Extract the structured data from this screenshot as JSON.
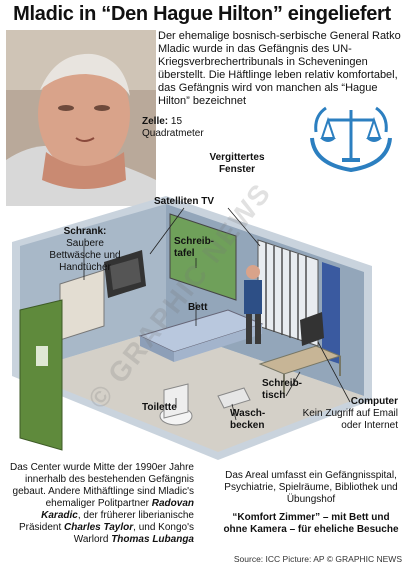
{
  "title": "Mladic in “Den Hague Hilton” eingeliefert",
  "intro": "Der ehemalige bosnisch-serbische General Ratko Mladic wurde in das Gefängnis des UN-Kriegsverbrechertribunals in Scheveningen überstellt. Die Häftlinge leben relativ komfortabel, das Gefängnis wird von manchen als “Hague Hilton” bezeichnet",
  "zelle": {
    "label": "Zelle:",
    "text": "15 Quadratmeter"
  },
  "labels": {
    "vergittertes_fenster": "Vergittertes Fenster",
    "satelliten_tv": "Satelliten TV",
    "schrank": "Schrank:",
    "schrank_text": "Saubere Bettwäsche und Handtücher",
    "schreibtafel": "Schreib-tafel",
    "bett": "Bett",
    "schreibtisch": "Schreib-tisch",
    "toilette": "Toilette",
    "waschbecken": "Wasch-becken",
    "computer": "Computer",
    "computer_text": "Kein Zugriff auf Email oder Internet"
  },
  "footer_left": {
    "text1": "Das Center wurde Mitte der 1990er Jahre innerhalb des bestehenden Gefängnis gebaut. Andere Mithäftlinge sind Mladic's ehemaliger Politpartner",
    "name1": "Radovan Karadic",
    "text2": ", der früherer liberianische Präsident",
    "name2": "Charles Taylor",
    "text3": ", und Kongo's Warlord",
    "name3": "Thomas Lubanga"
  },
  "footer_right": {
    "text": "Das Areal umfasst ein Gefängnisspital, Psychiatrie, Spielräume, Bibliothek und Übungshof",
    "bold": "“Komfort Zimmer” – mit Bett und ohne Kamera – für eheliche Besuche"
  },
  "source": "Source: ICC  Picture: AP  © GRAPHIC NEWS",
  "watermark": "© GRAPHIC NEWS",
  "colors": {
    "wall": "#a8b8c8",
    "wall_dark": "#7d8fa3",
    "floor": "#d4d0c8",
    "door": "#5f8a3c",
    "blind": "#3a5aa0",
    "logo_blue": "#2c7fc0",
    "photo_bg": "#b8a898"
  }
}
